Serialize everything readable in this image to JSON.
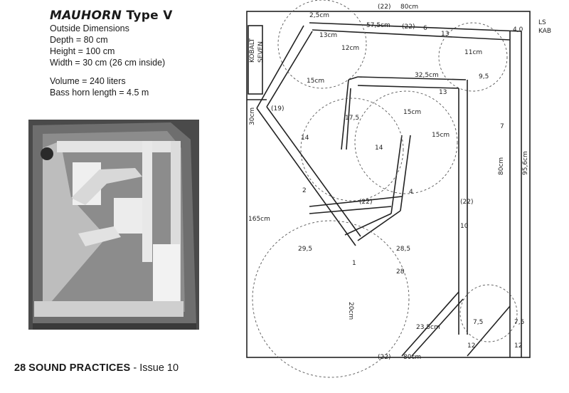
{
  "header": {
    "brand": "MAUHORN",
    "model": "Type V"
  },
  "specs": {
    "heading": "Outside Dimensions",
    "depth": "Depth = 80 cm",
    "height": "Height = 100 cm",
    "width": "Width = 30 cm (26 cm inside)",
    "volume": "Volume = 240 liters",
    "horn_length": "Bass horn length = 4.5 m"
  },
  "footer": {
    "page_number": "28",
    "magazine": "SOUND PRACTICES",
    "issue": "- Issue 10"
  },
  "drawing": {
    "label_top": "(22)",
    "label_top_len": "80cm",
    "label_bottom": "(22)",
    "label_bottom_len": "80cm",
    "driver_label_1": "KOBALT",
    "driver_label_2": "SEVEN",
    "corner_label_1": "LS",
    "corner_label_2": "KAB",
    "dim_25": "2,5cm",
    "dim_575": "57,5cm",
    "dim_22": "(22)",
    "dim_6": "6",
    "dim_40": "4,0",
    "dim_12": "12cm",
    "dim_11": "11cm",
    "dim_13a": "13cm",
    "dim_13b": "13",
    "dim_13c": "13",
    "dim_325": "32,5cm",
    "dim_95": "9,5",
    "dim_15a": "15cm",
    "dim_15b": "15cm",
    "dim_15c": "15cm",
    "dim_19": "(19)",
    "dim_175": "17,5",
    "dim_14a": "14",
    "dim_14b": "14",
    "dim_30": "30cm",
    "dim_7": "7",
    "dim_80v": "80cm",
    "dim_956": "95,6cm",
    "dim_1": "1",
    "dim_2": "2",
    "dim_4": "4",
    "dim_10": "10",
    "dim_165": "165cm",
    "dim_295": "29,5",
    "dim_285": "28,5",
    "dim_28": "28",
    "dim_20": "20cm",
    "dim_75a": "7,5",
    "dim_75b": "7,5",
    "dim_235": "23,5cm",
    "dim_12b": "12",
    "dim_12c": "12",
    "dim_22b": "(22)",
    "dim_22c": "(22)"
  }
}
